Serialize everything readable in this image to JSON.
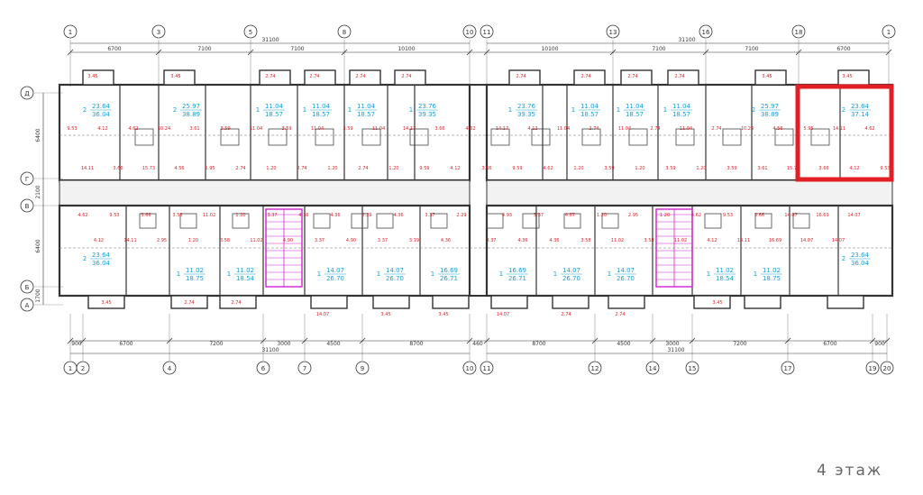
{
  "floor_label": "4 этаж",
  "axes_top": [
    "1",
    "3",
    "5",
    "8",
    "10",
    "11",
    "13",
    "16",
    "18",
    "1"
  ],
  "axes_bottom": [
    "1",
    "2",
    "4",
    "6",
    "7",
    "9",
    "10",
    "11",
    "12",
    "14",
    "15",
    "17",
    "19",
    "20"
  ],
  "axes_left": [
    "Д",
    "Г",
    "В",
    "Б",
    "А"
  ],
  "dims_top_total": [
    "31100",
    "31100"
  ],
  "dims_top": [
    "6700",
    "7100",
    "7100",
    "10100",
    "10100",
    "7100",
    "7100",
    "6700"
  ],
  "dims_bottom": [
    "900",
    "6700",
    "7200",
    "3000",
    "4500",
    "8700",
    "460",
    "8700",
    "4500",
    "3000",
    "7200",
    "6700",
    "900"
  ],
  "dims_bottom_total": [
    "31100",
    "31100"
  ],
  "dims_left": [
    "6400",
    "2100",
    "6400",
    "1700"
  ],
  "balcony_values": [
    "3.45",
    "3.45",
    "2.74",
    "2.74",
    "2.74",
    "2.74",
    "2.74",
    "2.74",
    "2.74",
    "2.74",
    "3.45",
    "3.45",
    "3.45",
    "2.74",
    "2.74",
    "14.07",
    "3.45",
    "3.45",
    "14.07",
    "2.74",
    "2.74",
    "3.45"
  ],
  "top_apartments": [
    {
      "rooms": "2",
      "living": "23.64",
      "total": "36.04"
    },
    {
      "rooms": "2",
      "living": "25.97",
      "total": "38.89"
    },
    {
      "rooms": "1",
      "living": "11.04",
      "total": "18.57"
    },
    {
      "rooms": "1",
      "living": "11.04",
      "total": "18.57"
    },
    {
      "rooms": "1",
      "living": "11.04",
      "total": "18.57"
    },
    {
      "rooms": "1",
      "living": "23.76",
      "total": "39.35"
    },
    {
      "rooms": "1",
      "living": "23.76",
      "total": "39.35"
    },
    {
      "rooms": "1",
      "living": "11.04",
      "total": "18.57"
    },
    {
      "rooms": "1",
      "living": "11.04",
      "total": "18.57"
    },
    {
      "rooms": "1",
      "living": "11.04",
      "total": "18.57"
    },
    {
      "rooms": "2",
      "living": "25.97",
      "total": "38.89"
    },
    {
      "rooms": "2",
      "living": "23.64",
      "total": "37.14"
    }
  ],
  "bottom_apartments": [
    {
      "rooms": "2",
      "living": "23.64",
      "total": "36.04"
    },
    {
      "rooms": "1",
      "living": "11.02",
      "total": "18.75"
    },
    {
      "rooms": "1",
      "living": "11.02",
      "total": "18.54"
    },
    {
      "rooms": "1",
      "living": "14.07",
      "total": "26.70"
    },
    {
      "rooms": "1",
      "living": "14.07",
      "total": "26.70"
    },
    {
      "rooms": "1",
      "living": "16.69",
      "total": "26.71"
    },
    {
      "rooms": "1",
      "living": "16.69",
      "total": "26.71"
    },
    {
      "rooms": "1",
      "living": "14.07",
      "total": "26.70"
    },
    {
      "rooms": "1",
      "living": "14.07",
      "total": "26.70"
    },
    {
      "rooms": "1",
      "living": "11.02",
      "total": "18.54"
    },
    {
      "rooms": "1",
      "living": "11.02",
      "total": "18.75"
    },
    {
      "rooms": "2",
      "living": "23.64",
      "total": "36.04"
    }
  ],
  "room_labels_top": [
    "9.53",
    "14.11",
    "4.12",
    "3.66",
    "4.62",
    "15.73",
    "10.24",
    "4.56",
    "3.61",
    "5.95",
    "3.59",
    "2.74",
    "11.04",
    "1.20",
    "3.59",
    "2.74",
    "11.04",
    "1.20",
    "3.59",
    "2.74",
    "11.04",
    "1.20",
    "14.17",
    "9.59",
    "3.66",
    "4.12",
    "4.62",
    "3.66",
    "14.17",
    "9.59",
    "4.12",
    "4.62",
    "11.04",
    "1.20",
    "2.74",
    "3.59",
    "11.04",
    "1.20",
    "2.74",
    "3.59",
    "11.04",
    "1.20",
    "2.74",
    "3.59",
    "10.24",
    "3.61",
    "4.56",
    "15.73",
    "5.95",
    "3.66",
    "14.11",
    "4.12",
    "4.62",
    "9.53"
  ],
  "room_labels_bottom": [
    "4.62",
    "4.12",
    "9.53",
    "14.11",
    "3.66",
    "2.95",
    "3.58",
    "1.20",
    "11.02",
    "3.58",
    "1.20",
    "11.02",
    "3.37",
    "4.90",
    "4.36",
    "3.37",
    "4.36",
    "4.90",
    "2.29",
    "3.37",
    "4.36",
    "3.19",
    "3.37",
    "4.36",
    "2.29",
    "3.37",
    "4.93",
    "4.36",
    "3.37",
    "4.36",
    "4.87",
    "3.58",
    "1.20",
    "11.02",
    "2.95",
    "3.58",
    "1.20",
    "11.02",
    "4.62",
    "4.12",
    "9.53",
    "14.11",
    "3.66",
    "16.69",
    "14.07",
    "14.07",
    "16.69",
    "14.07",
    "14.07"
  ],
  "colors": {
    "red": "#e31e24",
    "blue": "#1a9fd6",
    "magenta": "#d21ed2",
    "line": "#333333",
    "fill": "#f2f2f2"
  }
}
